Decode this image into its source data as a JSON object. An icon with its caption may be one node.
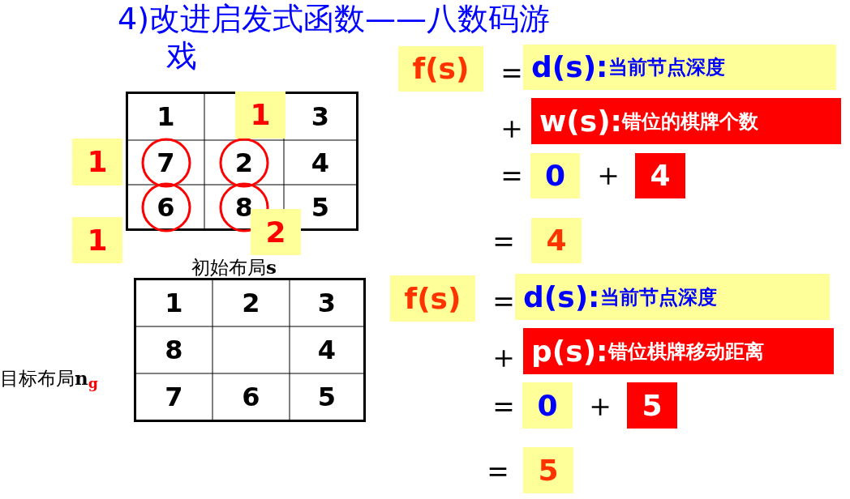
{
  "diagram": {
    "title": "4)改进启发式函数——八数码游戏",
    "nodes": [
      {
        "text": [
          "1"
        ]
      },
      {
        "text": [
          "1"
        ]
      },
      {
        "text": [
          "1"
        ]
      },
      {
        "text": [
          "2"
        ]
      },
      {
        "text": [
          "f(s)"
        ]
      },
      {
        "text": [
          "d(s):",
          "当前节点深度"
        ]
      },
      {
        "text": [
          "w(s):",
          "错位的棋牌个数"
        ]
      },
      {
        "text": [
          "0"
        ]
      },
      {
        "text": [
          "4"
        ]
      },
      {
        "text": [
          "4"
        ]
      },
      {
        "text": [
          "f(s)"
        ]
      },
      {
        "text": [
          "d(s):",
          "当前节点深度"
        ]
      },
      {
        "text": [
          "p(s):",
          "错位棋牌移动距离"
        ]
      },
      {
        "text": [
          "0"
        ]
      },
      {
        "text": [
          "5"
        ]
      },
      {
        "text": [
          "5"
        ]
      }
    ],
    "edges": [],
    "labels": [
      "1",
      "3",
      "7",
      "2",
      "4",
      "6",
      "8",
      "5",
      "初始布局**s**",
      "1",
      "2",
      "3",
      "8",
      "4",
      "7",
      "6",
      "5",
      "目标布局**n**$_{g}$",
      "＝",
      "＋",
      "＝",
      "＋",
      "＝",
      "＝",
      "＋",
      "＝",
      "＋",
      "＝"
    ]
  }
}
